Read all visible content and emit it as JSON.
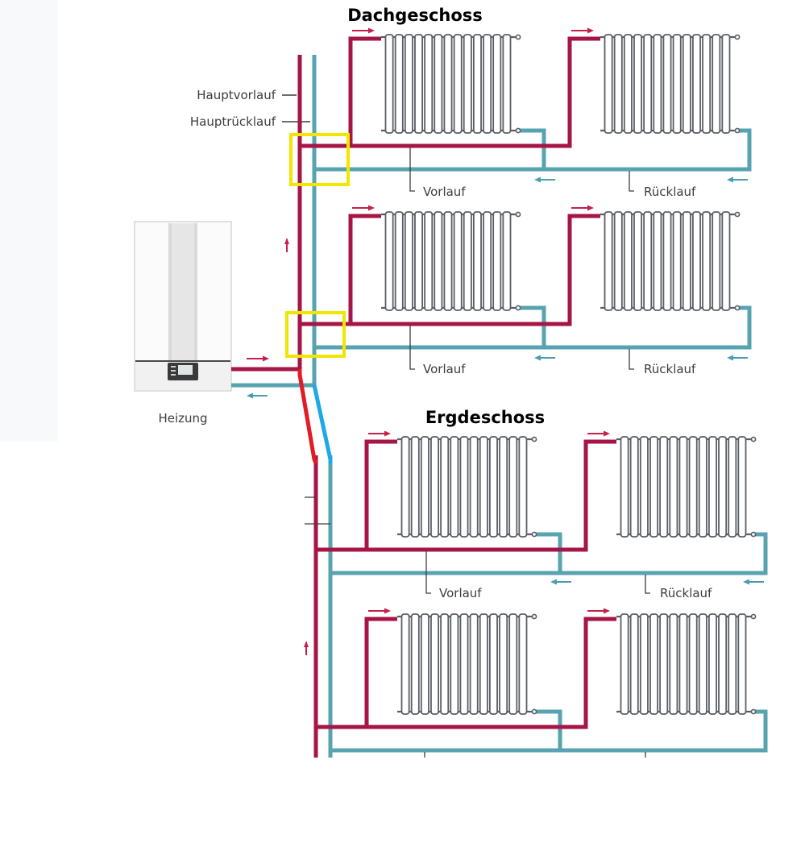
{
  "title_upper": "Dachgeschoss",
  "title_lower": "Ergdeschoss",
  "labels": {
    "main_supply": "Hauptvorlauf",
    "main_return": "Hauptrücklauf",
    "heater": "Heizung",
    "supply": "Vorlauf",
    "return": "Rücklauf"
  },
  "colors": {
    "supply_pipe": "#a51546",
    "return_pipe": "#58a3b0",
    "highlight_box": "#f2e600",
    "edit_red": "#e31b23",
    "edit_blue": "#1da8e8",
    "radiator": "#5a5e66",
    "flow_arrow_supply": "#c51f4a",
    "flow_arrow_return": "#4a9cb0"
  },
  "floors": [
    {
      "name": "Dachgeschoss",
      "levels": 2,
      "radiators_per_level": 2
    },
    {
      "name": "Ergdeschoss",
      "levels": 2,
      "radiators_per_level": 2
    }
  ],
  "highlight_count": 2
}
